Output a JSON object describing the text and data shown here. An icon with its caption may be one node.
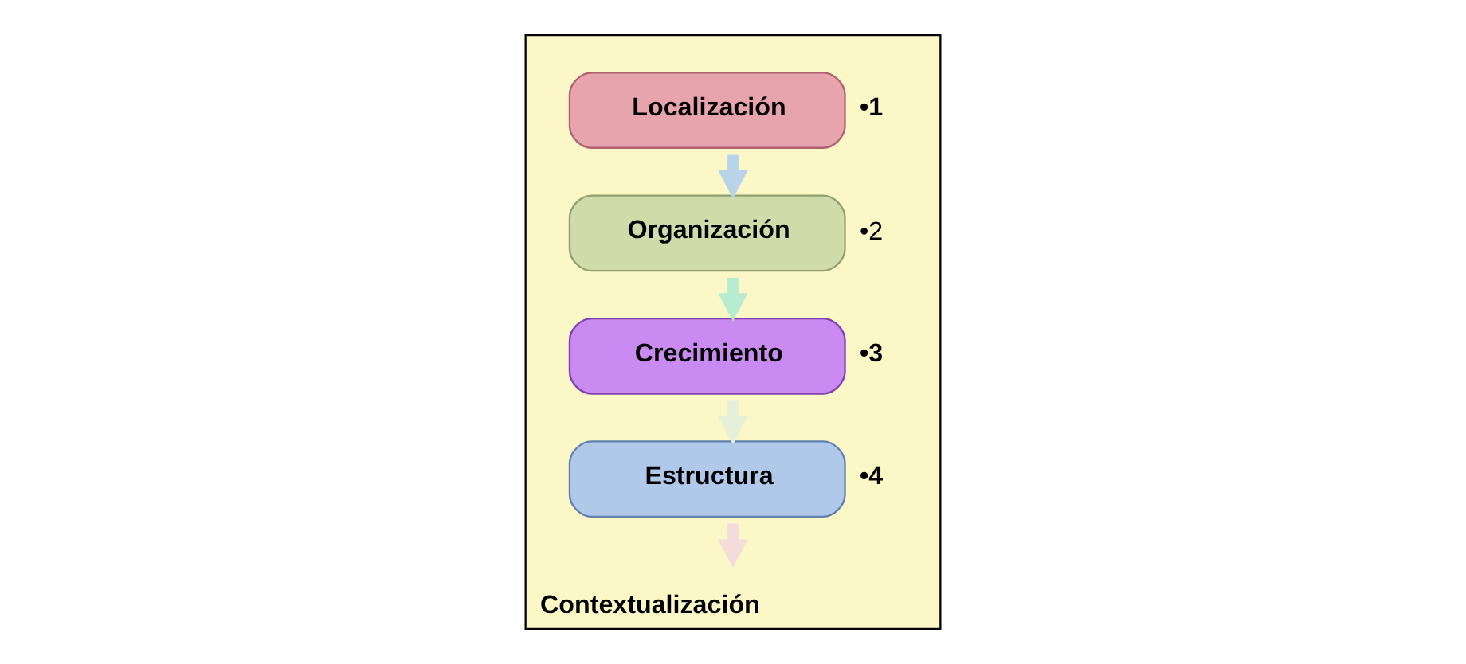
{
  "diagram": {
    "nodes": [
      {
        "text": [
          "Contextualización"
        ]
      },
      {
        "text": [
          "Localización"
        ],
        "beside": [
          "•1"
        ],
        "in": 0
      },
      {
        "text": [
          "Organización"
        ],
        "beside": [
          "•2"
        ],
        "in": 0
      },
      {
        "text": [
          "Crecimiento"
        ],
        "beside": [
          "•3"
        ],
        "in": 0
      },
      {
        "text": [
          "Estructura"
        ],
        "beside": [
          "•4"
        ],
        "in": 0
      }
    ],
    "edges": [
      {
        "from": 1,
        "to": 2,
        "arrow": "to",
        "color": "#b8d4e8"
      },
      {
        "from": 2,
        "to": 3,
        "arrow": "to",
        "color": "#b8ecd0"
      },
      {
        "from": 3,
        "to": 4,
        "arrow": "to",
        "color": "#e4f0d8"
      },
      {
        "from": 4,
        "to": null,
        "arrow": "to",
        "color": "#f4dcdc"
      }
    ]
  }
}
